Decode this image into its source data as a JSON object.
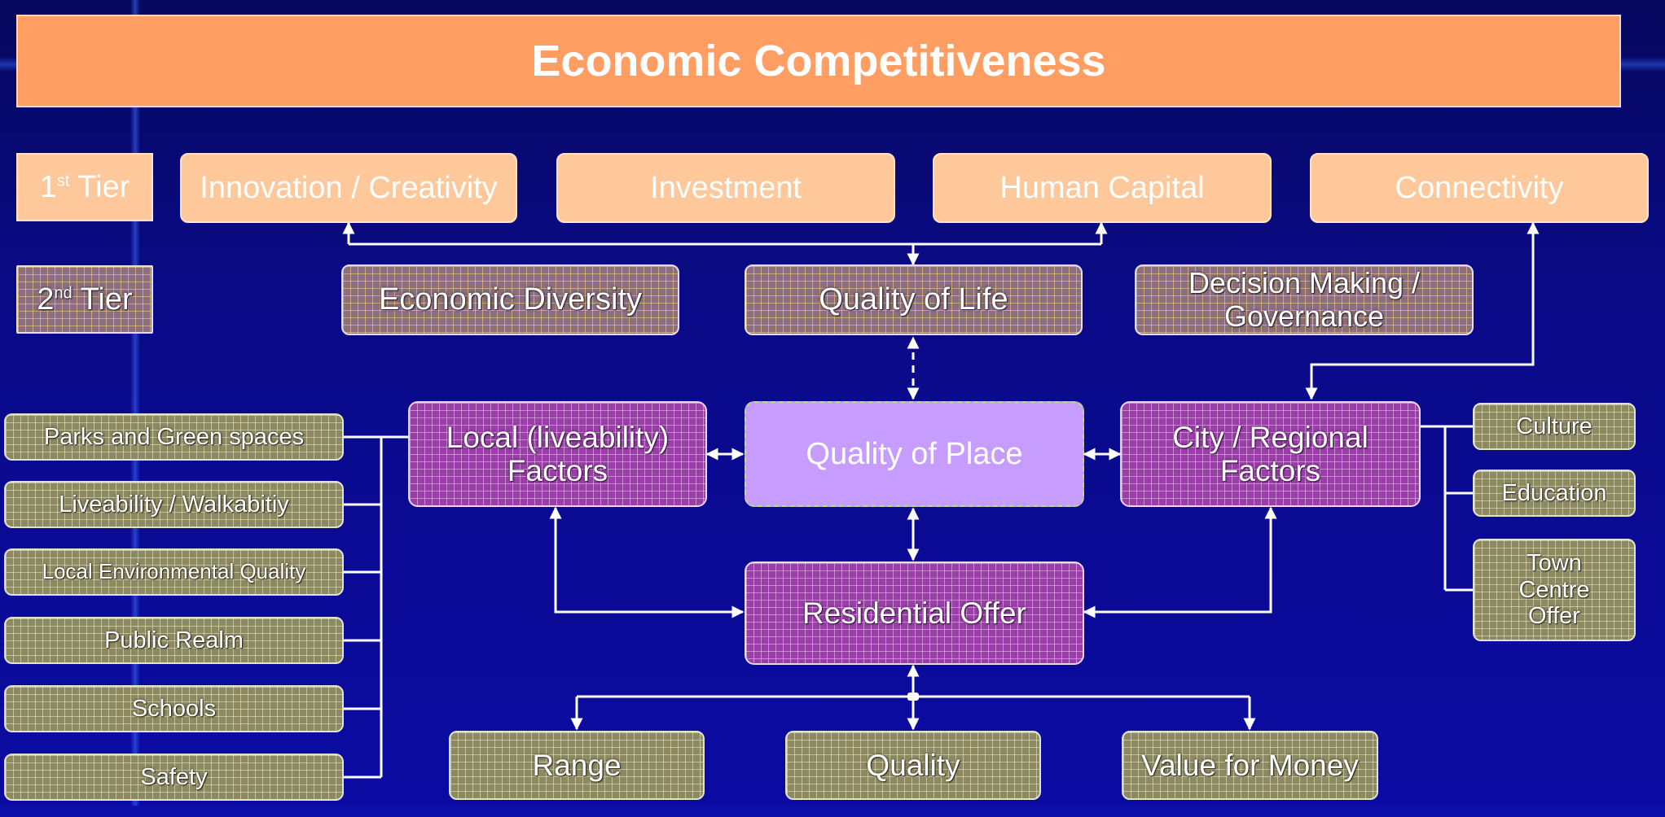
{
  "title": "Economic Competitiveness",
  "legend": {
    "tier1_num": "1",
    "tier1_sup": "st",
    "tier1_word": "Tier",
    "tier2_num": "2",
    "tier2_sup": "nd",
    "tier2_word": "Tier"
  },
  "tier1": {
    "innovation": "Innovation / Creativity",
    "investment": "Investment",
    "human_capital": "Human Capital",
    "connectivity": "Connectivity"
  },
  "tier2": {
    "economic_diversity": "Economic Diversity",
    "quality_of_life": "Quality of Life",
    "decision_making": "Decision Making /\nGovernance"
  },
  "center": {
    "local_factors": "Local (liveability)\nFactors",
    "quality_of_place": "Quality of Place",
    "city_regional": "City / Regional\nFactors",
    "residential_offer": "Residential Offer"
  },
  "local_items": [
    "Parks and Green spaces",
    "Liveability / Walkabitiy",
    "Local Environmental Quality",
    "Public Realm",
    "Schools",
    "Safety"
  ],
  "city_items": [
    "Culture",
    "Education",
    "Town\nCentre\nOffer"
  ],
  "residential_items": [
    "Range",
    "Quality",
    "Value for Money"
  ],
  "colors": {
    "title_bar": "#ff9e63",
    "tier1": "#ffc89a",
    "tier2": "#8b6f7e",
    "factors": "#9a3fa8",
    "quality_of_place": "#c69cff",
    "items": "#8d8a62",
    "background": "#0a0a86",
    "connector": "#ffffff"
  }
}
